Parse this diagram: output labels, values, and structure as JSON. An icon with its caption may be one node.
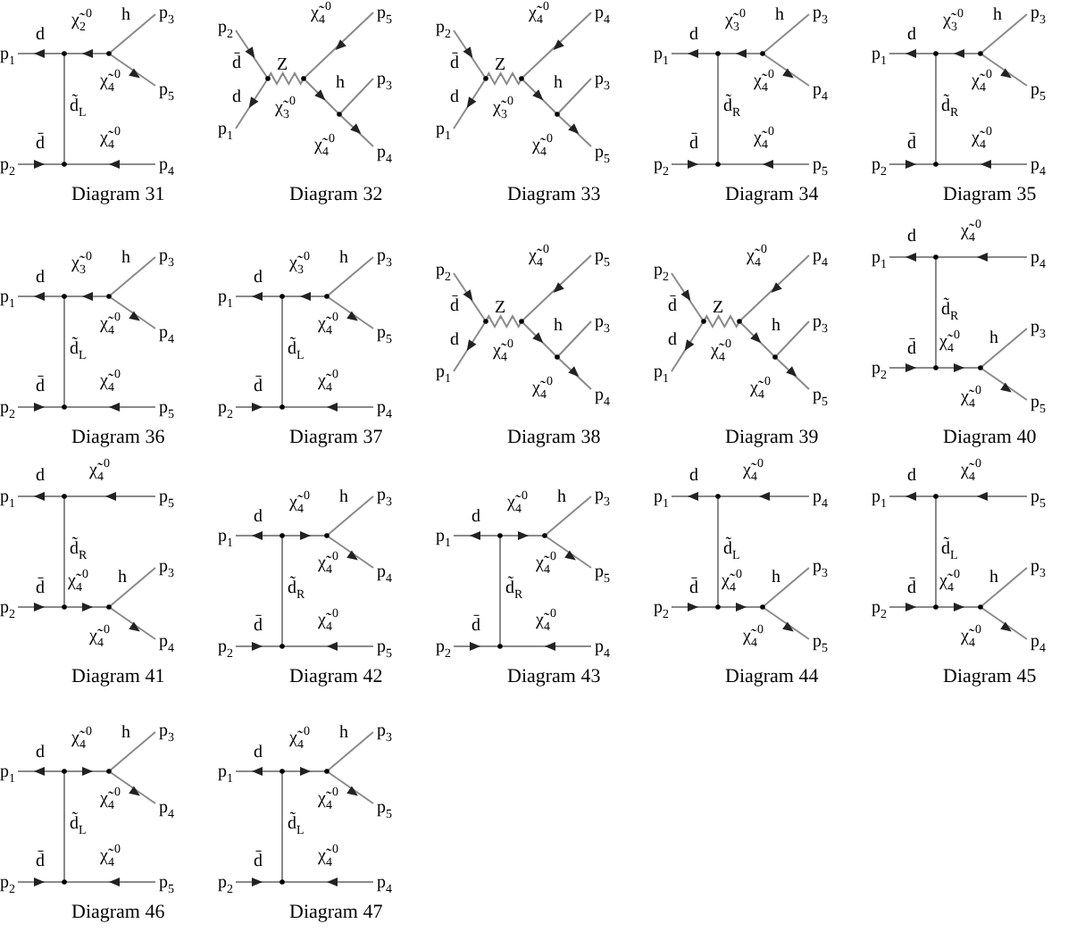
{
  "diagram": {
    "labels": [
      "p$_{1}$",
      "d",
      "χ̃$_{2}$$^{0}$",
      "h",
      "p$_{3}$",
      "χ̃$_{4}$$^{0}$",
      "p$_{5}$",
      "d̃$_{L}$",
      "d̄",
      "p$_{2}$",
      "χ̃$_{4}$$^{0}$",
      "p$_{4}$",
      "Diagram 31",
      "p$_{2}$",
      "χ̃$_{4}$$^{0}$",
      "p$_{5}$",
      "d̄",
      "Z",
      "d",
      "h",
      "p$_{3}$",
      "χ̃$_{3}$$^{0}$",
      "p$_{1}$",
      "χ̃$_{4}$$^{0}$",
      "p$_{4}$",
      "Diagram 32",
      "p$_{2}$",
      "χ̃$_{4}$$^{0}$",
      "p$_{4}$",
      "d̄",
      "Z",
      "d",
      "h",
      "p$_{3}$",
      "χ̃$_{3}$$^{0}$",
      "p$_{1}$",
      "χ̃$_{4}$$^{0}$",
      "p$_{5}$",
      "Diagram 33",
      "p$_{1}$",
      "d",
      "χ̃$_{3}$$^{0}$",
      "h",
      "p$_{3}$",
      "χ̃$_{4}$$^{0}$",
      "p$_{4}$",
      "d̃$_{R}$",
      "d̄",
      "p$_{2}$",
      "χ̃$_{4}$$^{0}$",
      "p$_{5}$",
      "Diagram 34",
      "p$_{1}$",
      "d",
      "χ̃$_{3}$$^{0}$",
      "h",
      "p$_{3}$",
      "χ̃$_{4}$$^{0}$",
      "p$_{5}$",
      "d̃$_{R}$",
      "d̄",
      "p$_{2}$",
      "χ̃$_{4}$$^{0}$",
      "p$_{4}$",
      "Diagram 35",
      "p$_{1}$",
      "d",
      "χ̃$_{3}$$^{0}$",
      "h",
      "p$_{3}$",
      "χ̃$_{4}$$^{0}$",
      "p$_{4}$",
      "d̃$_{L}$",
      "d̄",
      "p$_{2}$",
      "χ̃$_{4}$$^{0}$",
      "p$_{5}$",
      "Diagram 36",
      "p$_{1}$",
      "d",
      "χ̃$_{3}$$^{0}$",
      "h",
      "p$_{3}$",
      "χ̃$_{4}$$^{0}$",
      "p$_{5}$",
      "d̃$_{L}$",
      "d̄",
      "p$_{2}$",
      "χ̃$_{4}$$^{0}$",
      "p$_{4}$",
      "Diagram 37",
      "p$_{2}$",
      "χ̃$_{4}$$^{0}$",
      "p$_{5}$",
      "d̄",
      "Z",
      "d",
      "h",
      "p$_{3}$",
      "χ̃$_{4}$$^{0}$",
      "p$_{1}$",
      "χ̃$_{4}$$^{0}$",
      "p$_{4}$",
      "Diagram 38",
      "p$_{2}$",
      "χ̃$_{4}$$^{0}$",
      "p$_{4}$",
      "d̄",
      "Z",
      "d",
      "h",
      "p$_{3}$",
      "χ̃$_{4}$$^{0}$",
      "p$_{1}$",
      "χ̃$_{4}$$^{0}$",
      "p$_{5}$",
      "Diagram 39",
      "p$_{1}$",
      "d",
      "χ̃$_{4}$$^{0}$",
      "p$_{4}$",
      "d̃$_{R}$",
      "d̄",
      "χ̃$_{4}$$^{0}$",
      "h",
      "p$_{3}$",
      "p$_{2}$",
      "χ̃$_{4}$$^{0}$",
      "p$_{5}$",
      "Diagram 40",
      "p$_{1}$",
      "d",
      "χ̃$_{4}$$^{0}$",
      "p$_{5}$",
      "d̃$_{R}$",
      "d̄",
      "χ̃$_{4}$$^{0}$",
      "h",
      "p$_{3}$",
      "p$_{2}$",
      "χ̃$_{4}$$^{0}$",
      "p$_{4}$",
      "Diagram 41",
      "p$_{1}$",
      "d",
      "χ̃$_{4}$$^{0}$",
      "h",
      "p$_{3}$",
      "χ̃$_{4}$$^{0}$",
      "p$_{4}$",
      "d̃$_{R}$",
      "d̄",
      "p$_{2}$",
      "χ̃$_{4}$$^{0}$",
      "p$_{5}$",
      "Diagram 42",
      "p$_{1}$",
      "d",
      "χ̃$_{4}$$^{0}$",
      "h",
      "p$_{3}$",
      "χ̃$_{4}$$^{0}$",
      "p$_{5}$",
      "d̃$_{R}$",
      "d̄",
      "p$_{2}$",
      "χ̃$_{4}$$^{0}$",
      "p$_{4}$",
      "Diagram 43",
      "p$_{1}$",
      "d",
      "χ̃$_{4}$$^{0}$",
      "p$_{4}$",
      "d̃$_{L}$",
      "d̄",
      "χ̃$_{4}$$^{0}$",
      "h",
      "p$_{3}$",
      "p$_{2}$",
      "χ̃$_{4}$$^{0}$",
      "p$_{5}$",
      "Diagram 44",
      "p$_{1}$",
      "d",
      "χ̃$_{4}$$^{0}$",
      "p$_{5}$",
      "d̃$_{L}$",
      "d̄",
      "χ̃$_{4}$$^{0}$",
      "h",
      "p$_{3}$",
      "p$_{2}$",
      "χ̃$_{4}$$^{0}$",
      "p$_{4}$",
      "Diagram 45",
      "p$_{1}$",
      "d",
      "χ̃$_{4}$$^{0}$",
      "h",
      "p$_{3}$",
      "χ̃$_{4}$$^{0}$",
      "p$_{4}$",
      "d̃$_{L}$",
      "d̄",
      "p$_{2}$",
      "χ̃$_{4}$$^{0}$",
      "p$_{5}$",
      "Diagram 46",
      "p$_{1}$",
      "d",
      "χ̃$_{4}$$^{0}$",
      "h",
      "p$_{3}$",
      "χ̃$_{4}$$^{0}$",
      "p$_{5}$",
      "d̃$_{L}$",
      "d̄",
      "p$_{2}$",
      "χ̃$_{4}$$^{0}$",
      "p$_{4}$",
      "Diagram 47"
    ]
  }
}
